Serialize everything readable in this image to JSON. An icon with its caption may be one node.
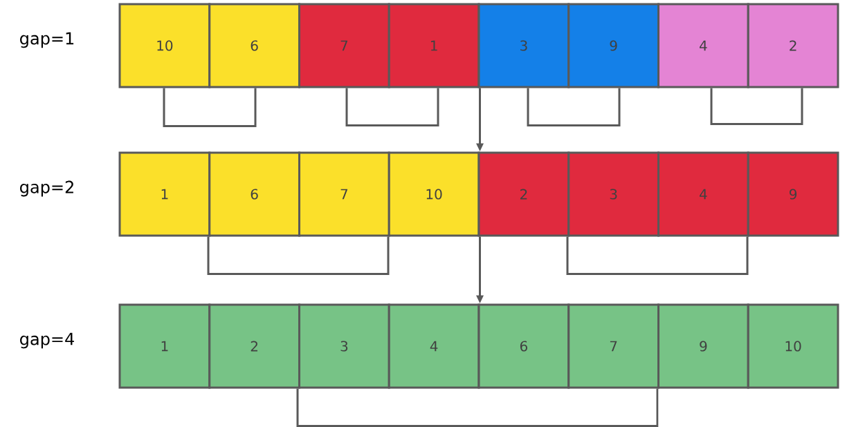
{
  "diagram": {
    "nodes": [
      {
        "text": [
          "10"
        ]
      },
      {
        "text": [
          "6"
        ]
      },
      {
        "text": [
          "7"
        ]
      },
      {
        "text": [
          "1"
        ]
      },
      {
        "text": [
          "3"
        ]
      },
      {
        "text": [
          "9"
        ]
      },
      {
        "text": [
          "4"
        ]
      },
      {
        "text": [
          "2"
        ]
      },
      {
        "text": [
          "1"
        ]
      },
      {
        "text": [
          "6"
        ]
      },
      {
        "text": [
          "7"
        ]
      },
      {
        "text": [
          "10"
        ]
      },
      {
        "text": [
          "2"
        ]
      },
      {
        "text": [
          "3"
        ]
      },
      {
        "text": [
          "4"
        ]
      },
      {
        "text": [
          "9"
        ]
      },
      {
        "text": [
          "1"
        ]
      },
      {
        "text": [
          "2"
        ]
      },
      {
        "text": [
          "3"
        ]
      },
      {
        "text": [
          "4"
        ]
      },
      {
        "text": [
          "6"
        ]
      },
      {
        "text": [
          "7"
        ]
      },
      {
        "text": [
          "9"
        ]
      },
      {
        "text": [
          "10"
        ]
      }
    ],
    "edges": [
      {
        "from": 3,
        "to": 11,
        "arrow": "to"
      },
      {
        "from": 11,
        "to": 19,
        "arrow": "to"
      },
      {
        "from": 0,
        "to": 1,
        "arrow": "none"
      },
      {
        "from": 2,
        "to": 3,
        "arrow": "none"
      },
      {
        "from": 4,
        "to": 5,
        "arrow": "none"
      },
      {
        "from": 6,
        "to": 7,
        "arrow": "none"
      },
      {
        "from": 9,
        "to": 10,
        "arrow": "none"
      },
      {
        "from": 12,
        "to": 15,
        "arrow": "none"
      },
      {
        "from": 18,
        "to": 22,
        "arrow": "none"
      }
    ],
    "labels": [
      "gap=1",
      "gap=2",
      "gap=4"
    ]
  }
}
